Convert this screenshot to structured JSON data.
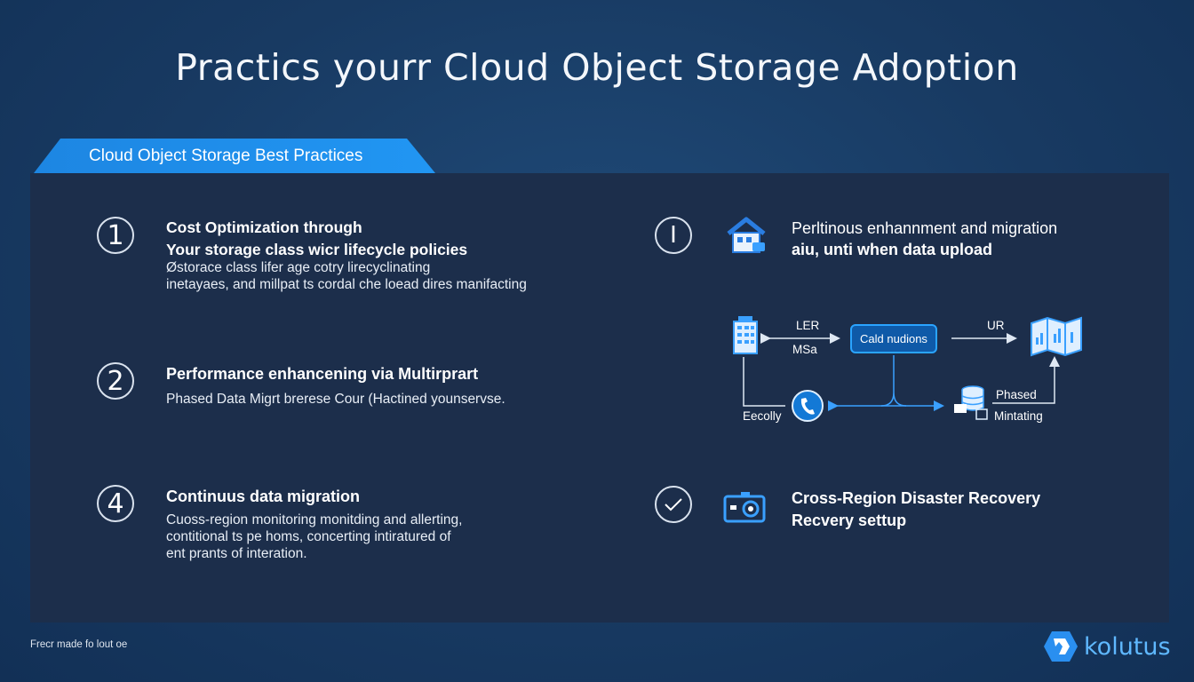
{
  "title": "Practics yourr Cloud Object Storage Adoption",
  "banner": "Cloud Object Storage Best Practices",
  "items": [
    {
      "badge": "1",
      "heading_lines": [
        "Cost Optimization through",
        "Your storage class wicr lifecycle policies"
      ],
      "body_lines": [
        "Østorace class lifer age cotry lirecyclinating",
        "inetayaes, and millpat ts cordal che loead dires manifacting"
      ]
    },
    {
      "badge": "2",
      "heading": "Performance enhancening via Multirprart",
      "body": "Phased Data Migrt brerese Cour (Hactined younservse."
    },
    {
      "badge": "4",
      "heading": "Continuus data migration",
      "body_lines": [
        "Cuoss-region monitoring monitding and allerting,",
        "contitional ts pe homs, concerting intiratured of",
        "ent prants of interation."
      ]
    },
    {
      "badge": "I",
      "heading_lines": [
        "Perltinous enhannment and migration",
        "aiu, unti when data upload"
      ]
    },
    {
      "heading_lines": [
        "Cross-Region Disaster Recovery",
        "Recvery settup"
      ]
    }
  ],
  "diagram": {
    "node_center": "Cald nudions",
    "label_ler": "LER",
    "label_msa": "MSa",
    "label_ur": "UR",
    "label_phased": "Phased",
    "label_mintating": "Mintating",
    "label_eecolly": "Eecolly"
  },
  "footer": {
    "footnote": "Frecr made fo lout oe",
    "brand": "kolutus"
  },
  "colors": {
    "accent": "#2196f3",
    "panel": "#1c2e4b",
    "background": "#183a62"
  }
}
